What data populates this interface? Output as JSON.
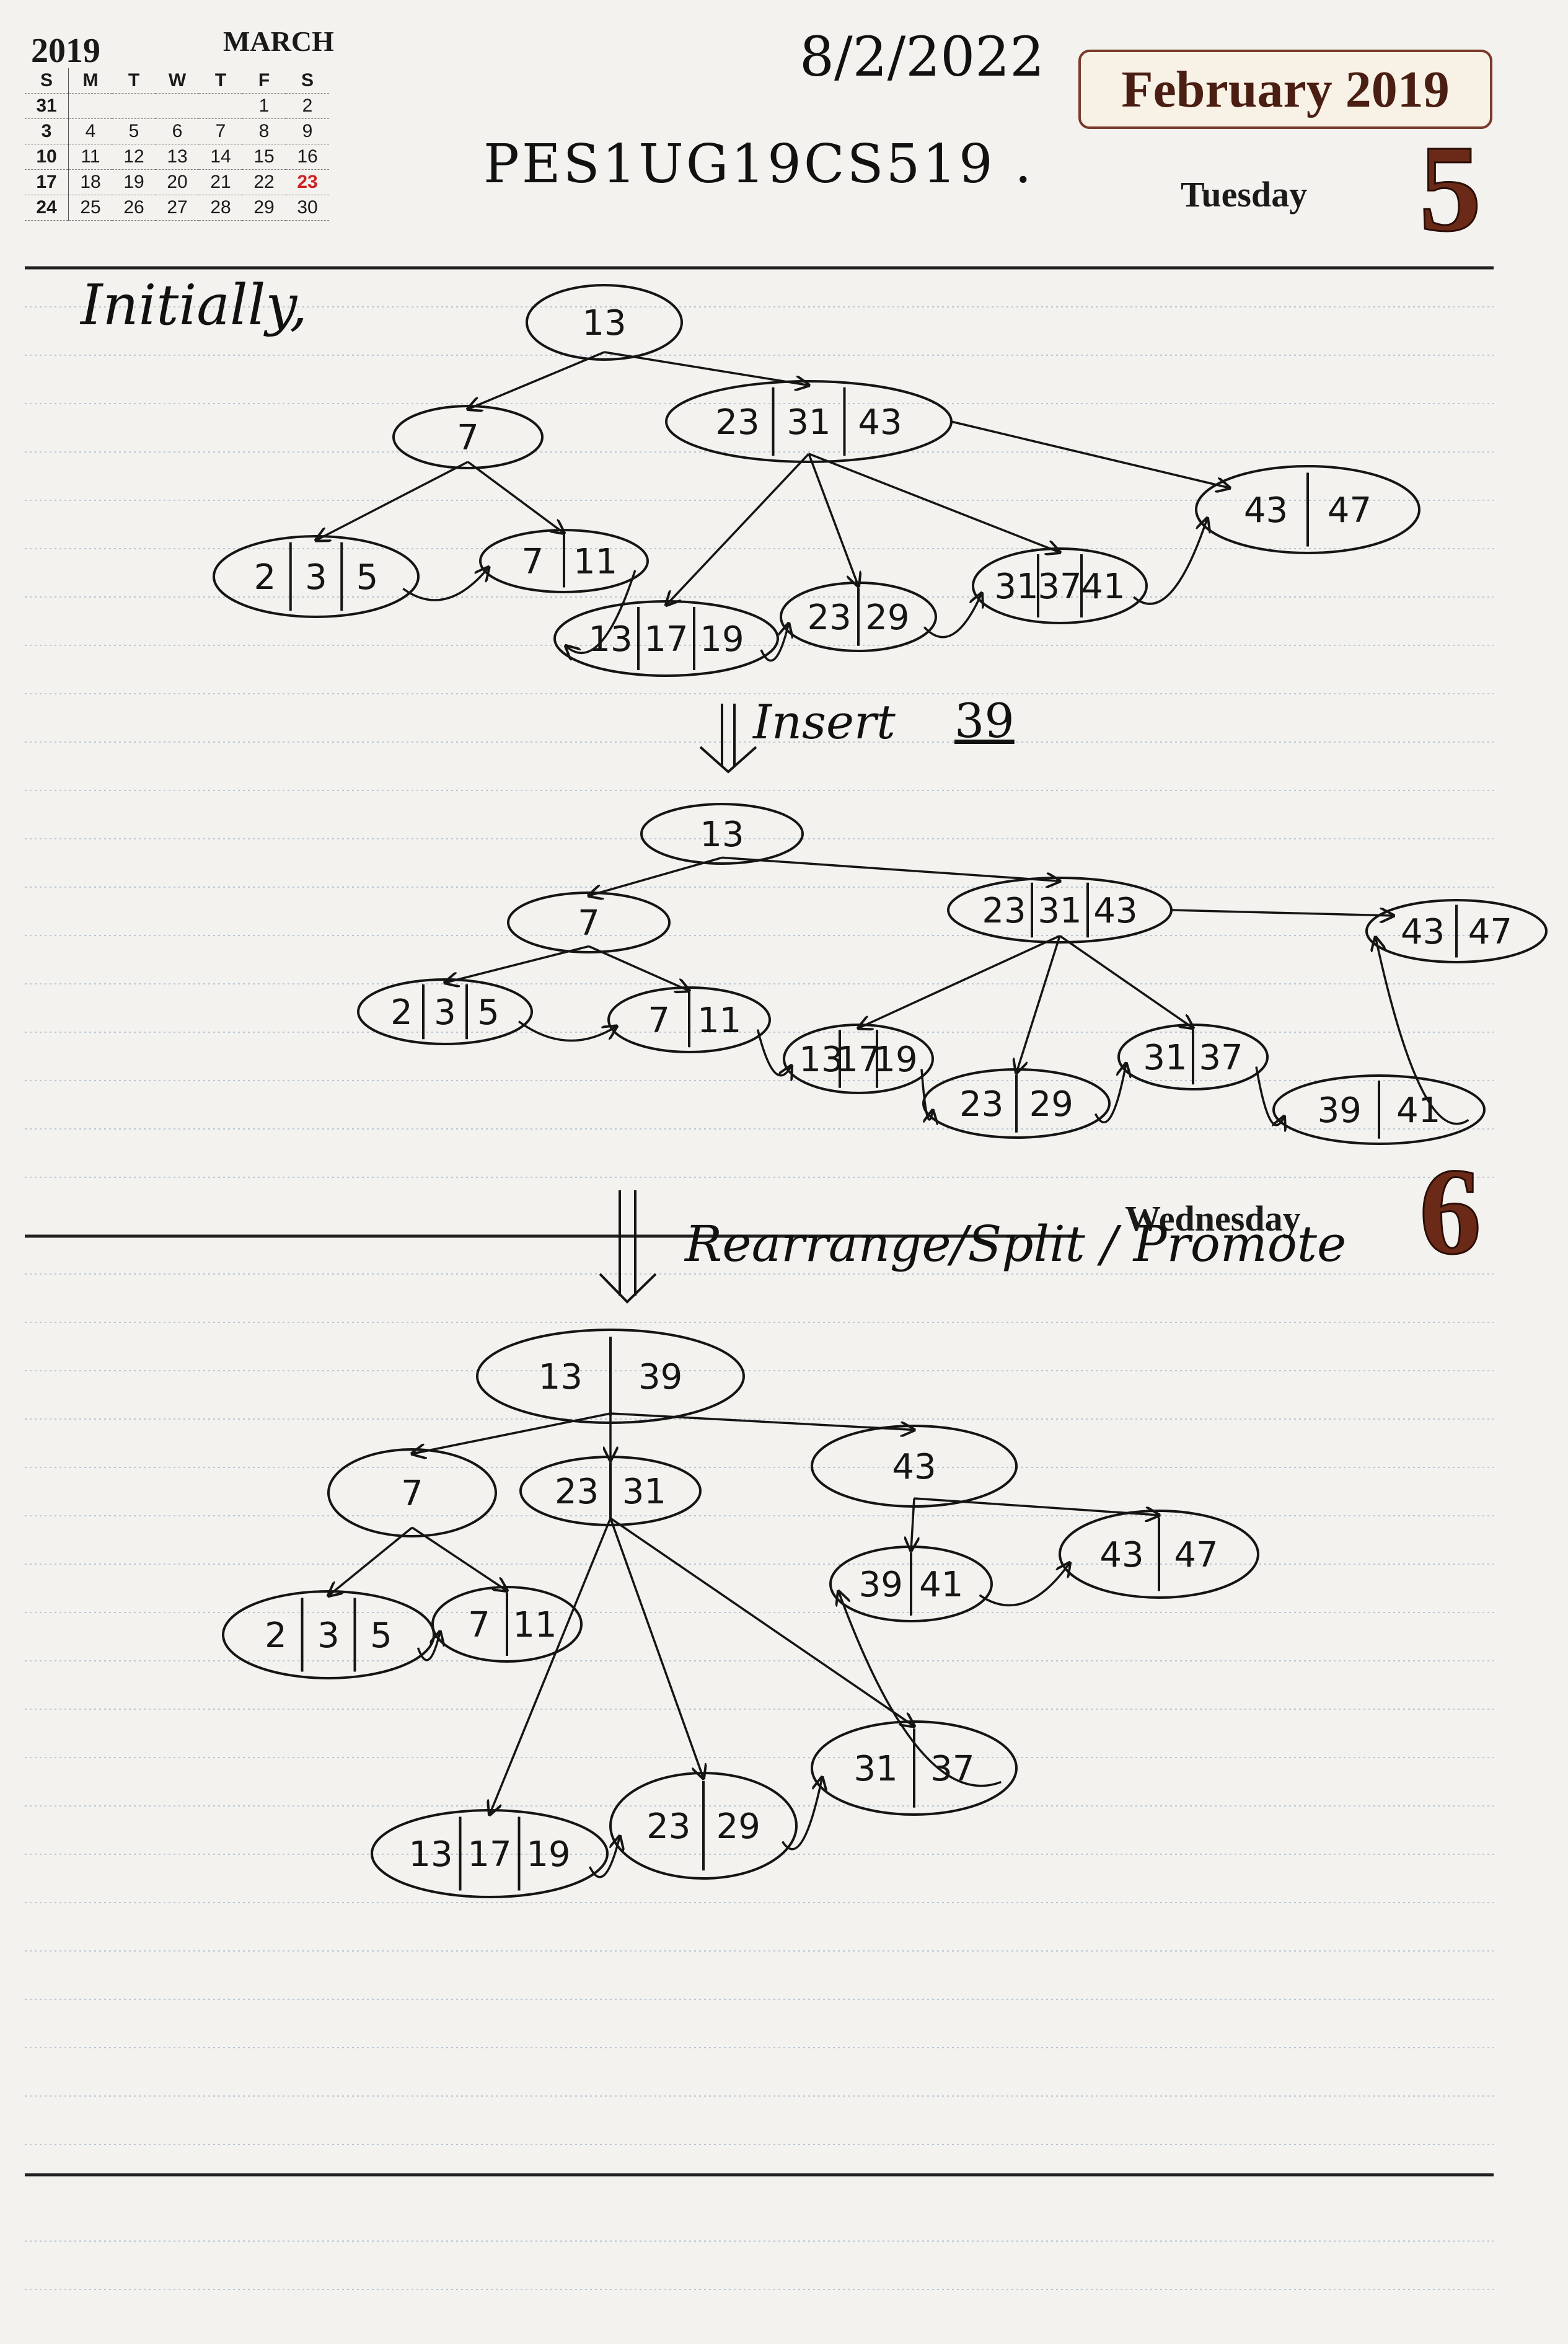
{
  "header": {
    "calendar": {
      "year": "2019",
      "month": "MARCH",
      "weekdays": [
        "S",
        "M",
        "T",
        "W",
        "T",
        "F",
        "S"
      ],
      "weeks": [
        [
          "31",
          "",
          "",
          "",
          "",
          "1",
          "2"
        ],
        [
          "3",
          "4",
          "5",
          "6",
          "7",
          "8",
          "9"
        ],
        [
          "10",
          "11",
          "12",
          "13",
          "14",
          "15",
          "16"
        ],
        [
          "17",
          "18",
          "19",
          "20",
          "21",
          "22",
          "23"
        ],
        [
          "24",
          "25",
          "26",
          "27",
          "28",
          "29",
          "30"
        ]
      ]
    },
    "month_banner": "February 2019",
    "day1_name": "Tuesday",
    "day1_number": "5",
    "day2_name": "Wednesday",
    "day2_number": "6"
  },
  "handwriting": {
    "date": "8/2/2022",
    "srn": "PES1UG19CS519 .",
    "initially": "Initially,",
    "step1": "Insert",
    "step1_value": "39",
    "step2": "Rearrange/Split / Promote"
  },
  "diagram": {
    "colors": {
      "ink": "#151515",
      "paper": "#f4f2ee",
      "rule": "#b9c7d6",
      "margin": "#d9a9a9"
    },
    "trees": [
      {
        "name": "initial",
        "nodes": [
          {
            "id": "r",
            "keys": [
              "13"
            ]
          },
          {
            "id": "a",
            "keys": [
              "7"
            ]
          },
          {
            "id": "b",
            "keys": [
              "23",
              "31",
              "43"
            ]
          },
          {
            "id": "l1",
            "keys": [
              "2",
              "3",
              "5"
            ]
          },
          {
            "id": "l2",
            "keys": [
              "7",
              "11"
            ]
          },
          {
            "id": "l3",
            "keys": [
              "13",
              "17",
              "19"
            ]
          },
          {
            "id": "l4",
            "keys": [
              "23",
              "29"
            ]
          },
          {
            "id": "l5",
            "keys": [
              "31",
              "37",
              "41"
            ]
          },
          {
            "id": "l6",
            "keys": [
              "43",
              "47"
            ]
          }
        ]
      },
      {
        "name": "after-insert",
        "nodes": [
          {
            "id": "r",
            "keys": [
              "13"
            ]
          },
          {
            "id": "a",
            "keys": [
              "7"
            ]
          },
          {
            "id": "b",
            "keys": [
              "23",
              "31",
              "43"
            ]
          },
          {
            "id": "l1",
            "keys": [
              "2",
              "3",
              "5"
            ]
          },
          {
            "id": "l2",
            "keys": [
              "7",
              "11"
            ]
          },
          {
            "id": "l3",
            "keys": [
              "13",
              "17",
              "19"
            ]
          },
          {
            "id": "l4",
            "keys": [
              "23",
              "29"
            ]
          },
          {
            "id": "l5",
            "keys": [
              "31",
              "37"
            ]
          },
          {
            "id": "l5b",
            "keys": [
              "39",
              "41"
            ]
          },
          {
            "id": "l6",
            "keys": [
              "43",
              "47"
            ]
          }
        ]
      },
      {
        "name": "after-split",
        "nodes": [
          {
            "id": "r",
            "keys": [
              "13",
              "39"
            ]
          },
          {
            "id": "a",
            "keys": [
              "7"
            ]
          },
          {
            "id": "b",
            "keys": [
              "23",
              "31"
            ]
          },
          {
            "id": "c",
            "keys": [
              "43"
            ]
          },
          {
            "id": "l1",
            "keys": [
              "2",
              "3",
              "5"
            ]
          },
          {
            "id": "l2",
            "keys": [
              "7",
              "11"
            ]
          },
          {
            "id": "l3",
            "keys": [
              "13",
              "17",
              "19"
            ]
          },
          {
            "id": "l4",
            "keys": [
              "23",
              "29"
            ]
          },
          {
            "id": "l5",
            "keys": [
              "31",
              "37"
            ]
          },
          {
            "id": "l5b",
            "keys": [
              "39",
              "41"
            ]
          },
          {
            "id": "l6",
            "keys": [
              "43",
              "47"
            ]
          }
        ]
      }
    ]
  }
}
